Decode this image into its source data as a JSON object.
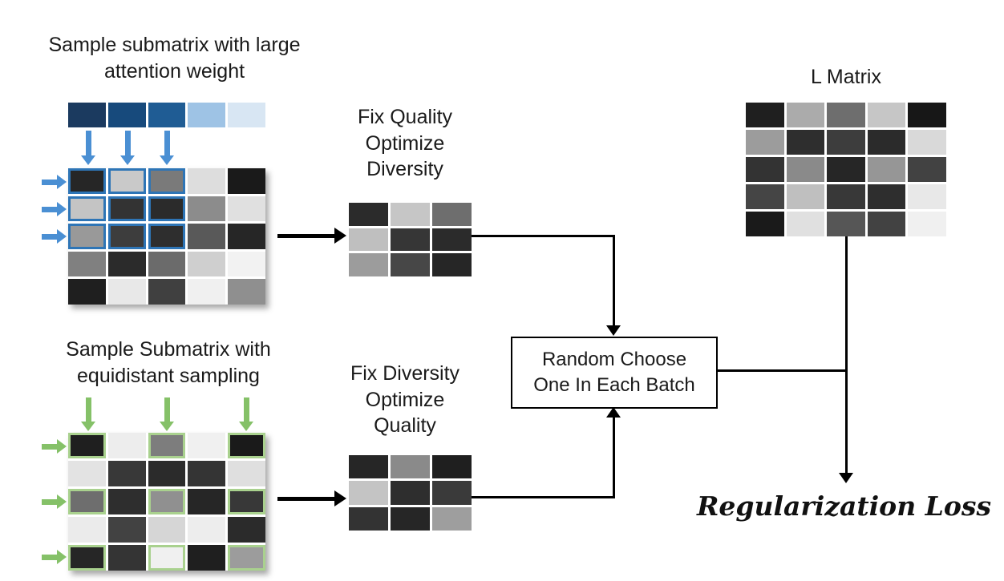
{
  "colors": {
    "accent_blue": "#4A8FD3",
    "accent_green": "#85C168",
    "highlight_blue": "#2E75B6",
    "highlight_green": "#A9D18E",
    "connector": "#000000",
    "background": "#FFFFFF"
  },
  "labels": {
    "top_title": "Sample submatrix with large\nattention weight",
    "bottom_title": "Sample Submatrix with\nequidistant sampling",
    "fix_quality": "Fix Quality\nOptimize\nDiversity",
    "fix_diversity": "Fix Diversity\nOptimize\nQuality",
    "random_box": "Random Choose\nOne In Each Batch",
    "l_matrix_title": "L Matrix",
    "regularization_loss": "Regularization Loss"
  },
  "matrices": {
    "attention_vector": {
      "cells": [
        [
          "#1B3A5F",
          "#174A7C",
          "#1F5C94",
          "#9EC3E5",
          "#D8E6F3"
        ]
      ]
    },
    "attention_matrix": {
      "cells": [
        [
          "#262626",
          "#C9C9C9",
          "#7A7A7A",
          "#DDDDDD",
          "#1A1A1A"
        ],
        [
          "#C4C4C4",
          "#333333",
          "#2B2B2B",
          "#8C8C8C",
          "#E0E0E0"
        ],
        [
          "#999999",
          "#3D3D3D",
          "#2E2E2E",
          "#595959",
          "#262626"
        ],
        [
          "#808080",
          "#2B2B2B",
          "#6B6B6B",
          "#CFCFCF",
          "#F2F2F2"
        ],
        [
          "#1F1F1F",
          "#E8E8E8",
          "#404040",
          "#F0F0F0",
          "#8F8F8F"
        ]
      ],
      "highlight_color": "#2E75B6",
      "highlight_cells": [
        [
          0,
          0
        ],
        [
          0,
          1
        ],
        [
          0,
          2
        ],
        [
          1,
          0
        ],
        [
          1,
          1
        ],
        [
          1,
          2
        ],
        [
          2,
          0
        ],
        [
          2,
          1
        ],
        [
          2,
          2
        ]
      ]
    },
    "quality_submatrix": {
      "cells": [
        [
          "#2B2B2B",
          "#C6C6C6",
          "#6E6E6E"
        ],
        [
          "#BFBFBF",
          "#363636",
          "#2B2B2B"
        ],
        [
          "#9C9C9C",
          "#474747",
          "#262626"
        ]
      ]
    },
    "equidistant_matrix": {
      "cells": [
        [
          "#1F1F1F",
          "#EDEDED",
          "#7D7D7D",
          "#F0F0F0",
          "#1A1A1A"
        ],
        [
          "#E3E3E3",
          "#383838",
          "#2B2B2B",
          "#343434",
          "#DFDFDF"
        ],
        [
          "#6E6E6E",
          "#2E2E2E",
          "#909090",
          "#262626",
          "#383838"
        ],
        [
          "#EBEBEB",
          "#424242",
          "#D6D6D6",
          "#EDEDED",
          "#2B2B2B"
        ],
        [
          "#262626",
          "#343434",
          "#F0F0F0",
          "#1F1F1F",
          "#9C9C9C"
        ]
      ],
      "highlight_color": "#A9D18E",
      "highlight_cells": [
        [
          0,
          0
        ],
        [
          0,
          2
        ],
        [
          0,
          4
        ],
        [
          2,
          0
        ],
        [
          2,
          2
        ],
        [
          2,
          4
        ],
        [
          4,
          0
        ],
        [
          4,
          2
        ],
        [
          4,
          4
        ]
      ]
    },
    "diversity_submatrix": {
      "cells": [
        [
          "#262626",
          "#8A8A8A",
          "#1F1F1F"
        ],
        [
          "#C4C4C4",
          "#2E2E2E",
          "#3A3A3A"
        ],
        [
          "#333333",
          "#262626",
          "#9E9E9E"
        ]
      ]
    },
    "l_matrix": {
      "cells": [
        [
          "#1F1F1F",
          "#ABABAB",
          "#6E6E6E",
          "#C6C6C6",
          "#171717"
        ],
        [
          "#9C9C9C",
          "#2E2E2E",
          "#3D3D3D",
          "#2B2B2B",
          "#D9D9D9"
        ],
        [
          "#333333",
          "#8A8A8A",
          "#262626",
          "#969696",
          "#424242"
        ],
        [
          "#454545",
          "#BFBFBF",
          "#383838",
          "#2E2E2E",
          "#E8E8E8"
        ],
        [
          "#1A1A1A",
          "#E0E0E0",
          "#565656",
          "#424242",
          "#F0F0F0"
        ]
      ]
    }
  }
}
